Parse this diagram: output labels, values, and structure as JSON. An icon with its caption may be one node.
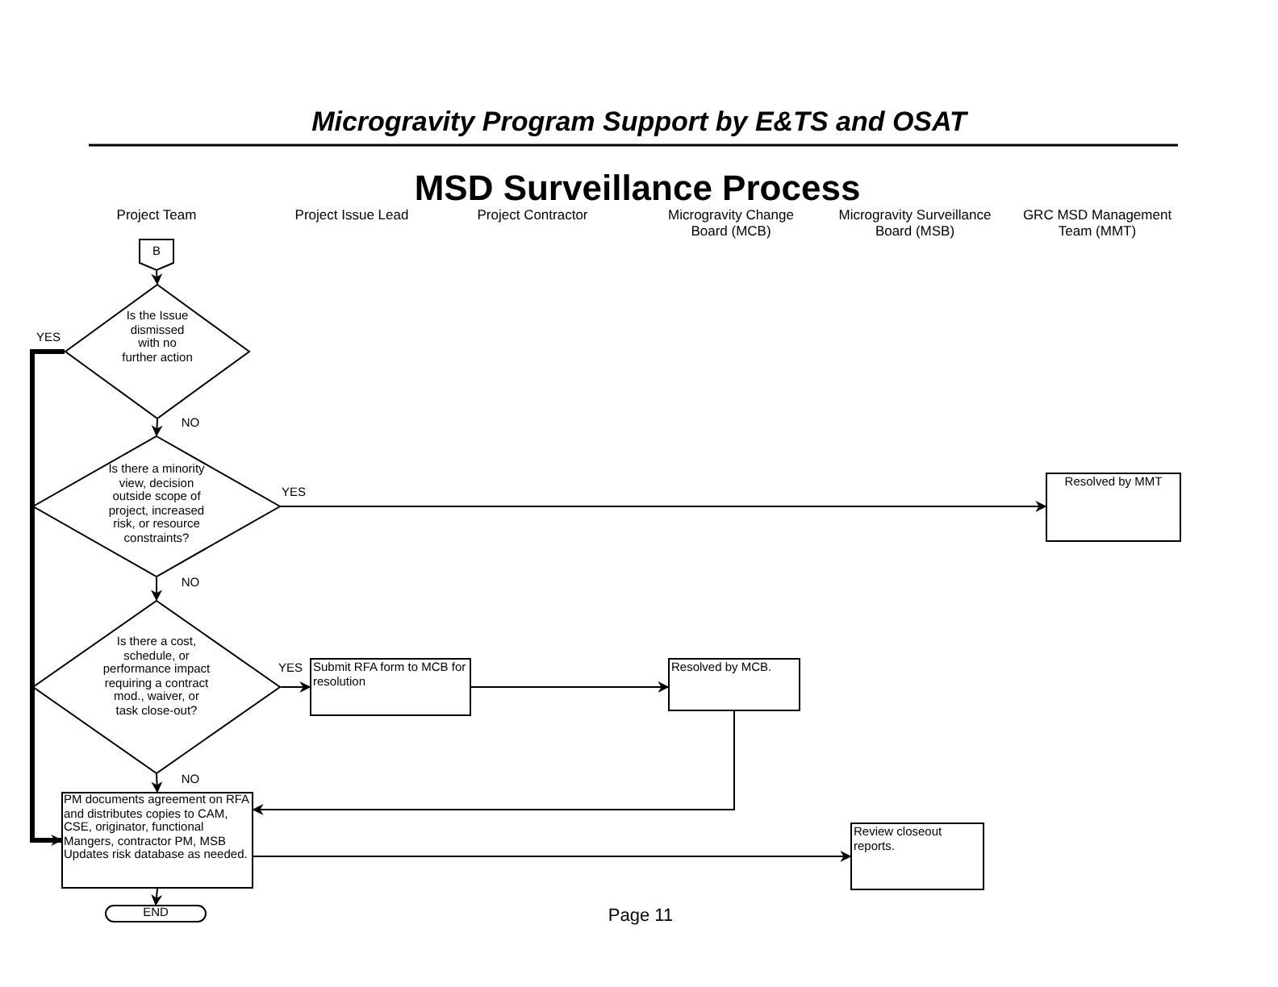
{
  "diagram": {
    "title": "Microgravity Program Support by E&TS and OSAT",
    "nodes": [
      {
        "text": [
          "B"
        ]
      },
      {
        "text": [
          "Is the Issue dismissed with no further action"
        ]
      },
      {
        "text": [
          "Is there a minority view, decision outside scope of project, increased risk, or resource constraints?"
        ]
      },
      {
        "text": [
          "Is there a cost, schedule, or performance impact requiring a contract mod., waiver, or task close-out?"
        ]
      },
      {
        "text": [
          "Submit RFA form to MCB for resolution"
        ]
      },
      {
        "text": [
          "Resolved by MCB."
        ]
      },
      {
        "text": [
          "Resolved by MMT"
        ]
      },
      {
        "text": [
          "PM documents agreement on RFA and distributes copies to CAM, CSE, originator, functional Mangers, contractor PM, MSB Updates risk database as needed."
        ]
      },
      {
        "text": [
          "Review closeout reports."
        ]
      },
      {
        "text": [
          "END"
        ]
      }
    ],
    "edges": [
      {
        "from": 0,
        "to": 1,
        "arrow": "to"
      },
      {
        "from": 1,
        "to": 7,
        "arrow": "to",
        "label": "YES",
        "style": "thick"
      },
      {
        "from": 1,
        "to": 2,
        "arrow": "to",
        "label": "NO"
      },
      {
        "from": 2,
        "to": 6,
        "arrow": "to",
        "label": "YES"
      },
      {
        "from": 2,
        "to": 3,
        "arrow": "to",
        "label": "NO"
      },
      {
        "from": 3,
        "to": 4,
        "arrow": "to",
        "label": "YES"
      },
      {
        "from": 3,
        "to": 7,
        "arrow": "to",
        "label": "NO"
      },
      {
        "from": 4,
        "to": 5,
        "arrow": "to"
      },
      {
        "from": 5,
        "to": 7,
        "arrow": "to"
      },
      {
        "from": 7,
        "to": 8,
        "arrow": "to"
      },
      {
        "from": 7,
        "to": 9,
        "arrow": "to"
      }
    ],
    "labels": [
      "MSD Surveillance Process",
      "Project Team",
      "Project Issue Lead",
      "Project Contractor",
      "Microgravity Change Board (MCB)",
      "Microgravity Surveillance Board (MSB)",
      "GRC MSD Management Team (MMT)",
      "Page 11"
    ]
  }
}
